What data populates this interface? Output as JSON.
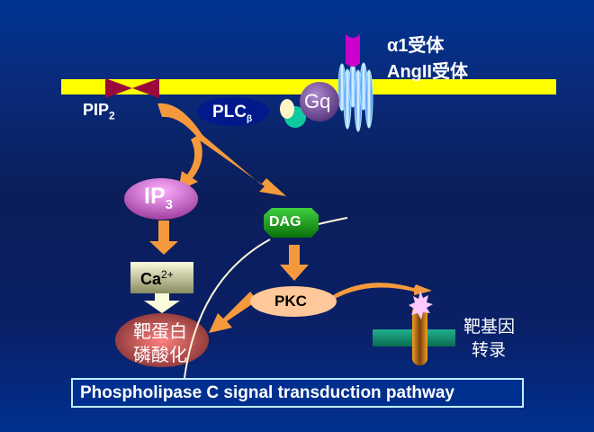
{
  "slide": {
    "title": "Phospholipase C signal transduction pathway",
    "receptor_labels": [
      "α1受体",
      "AngII受体"
    ],
    "pip2": {
      "main": "PIP",
      "sub": "2"
    },
    "plc": {
      "main": "PLC",
      "sub": "β"
    },
    "gq": "Gq",
    "ip3": {
      "main": "IP",
      "sub": "3"
    },
    "dag": "DAG",
    "calcium": {
      "main": "Ca",
      "sup": "2+"
    },
    "pkc": "PKC",
    "target_protein": [
      "靶蛋白",
      "磷酸化"
    ],
    "target_gene": [
      "靶基因",
      "转录"
    ]
  },
  "colors": {
    "background": "#0b1e5a",
    "membrane": "#ffff00",
    "arrow": "#f59a3c",
    "receptor": "#9fe3ff",
    "ligand": "#cc00cc",
    "pip2": "#9b0a3a",
    "plc": "#001a8c",
    "gq": "#8a5aa6",
    "ip3": "#d070d0",
    "dag": "#1fa01f",
    "calcium": "#c8c8a0",
    "pkc": "#ffc89a",
    "target_protein": "#b04040",
    "dna": "#109070",
    "gene_marker": "#d08010"
  }
}
